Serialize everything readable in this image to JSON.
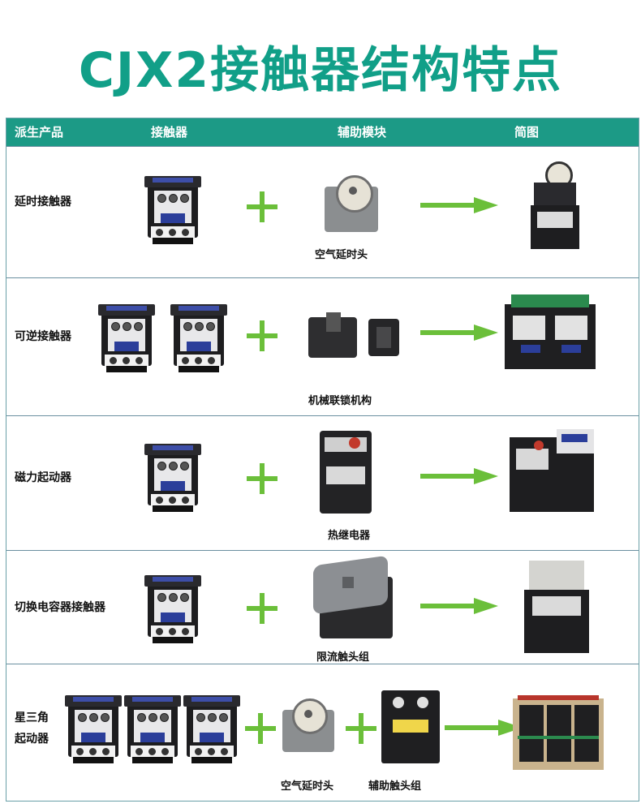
{
  "title": "CJX2接触器结构特点",
  "header": {
    "col1": "派生产品",
    "col2": "接触器",
    "col3": "辅助模块",
    "col4": "简图"
  },
  "rows": [
    {
      "label": "延时接触器",
      "caption": "空气延时头"
    },
    {
      "label": "可逆接触器",
      "caption": "机械联锁机构"
    },
    {
      "label": "磁力起动器",
      "caption": "热继电器"
    },
    {
      "label": "切换电容器接触器",
      "caption": "限流触头组"
    },
    {
      "label_line1": "星三角",
      "label_line2": "起动器",
      "caption": "空气延时头",
      "caption2": "辅助触头组"
    }
  ],
  "colors": {
    "title": "#119f88",
    "header_bg": "#1c9a86",
    "arrow": "#6bbf3a"
  }
}
